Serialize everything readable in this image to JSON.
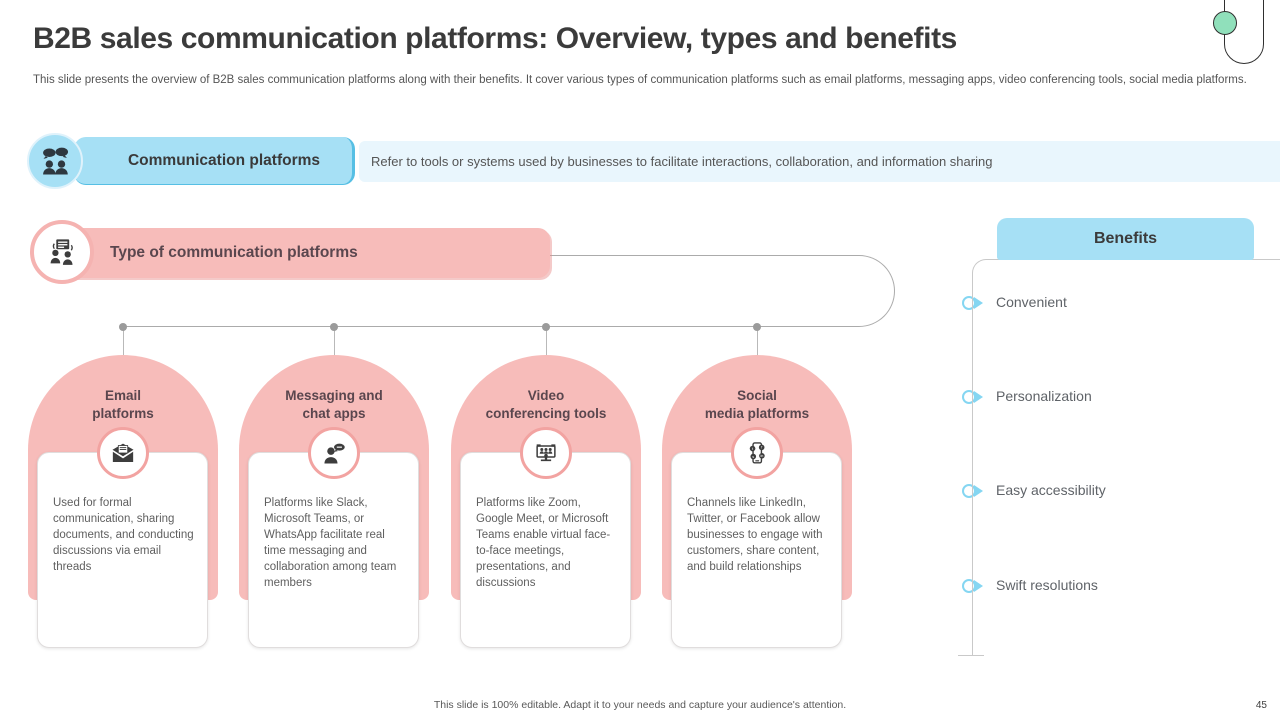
{
  "slide": {
    "title": "B2B sales communication platforms: Overview, types and benefits",
    "subtitle": "This slide presents the overview of B2B sales communication platforms along with their benefits. It cover various types of communication platforms such as email platforms, messaging apps, video conferencing tools, social media platforms.",
    "footer": "This slide is 100% editable. Adapt it to your needs and capture your audience's attention.",
    "page_number": "45"
  },
  "definition": {
    "label": "Communication platforms",
    "icon": "chat-people-icon",
    "text": "Refer to tools or systems used by businesses to facilitate interactions, collaboration, and information sharing"
  },
  "types_section": {
    "heading": "Type of communication platforms",
    "icon": "people-presentation-icon",
    "cards": [
      {
        "title": "Email\nplatforms",
        "icon": "email-icon",
        "description": "Used for formal communication, sharing documents, and conducting discussions via email threads"
      },
      {
        "title": "Messaging and\nchat apps",
        "icon": "person-chat-icon",
        "description": "Platforms like Slack, Microsoft Teams, or WhatsApp facilitate real time messaging and collaboration among team members"
      },
      {
        "title": "Video\nconferencing tools",
        "icon": "video-conference-icon",
        "description": "Platforms like Zoom, Google Meet, or Microsoft Teams enable virtual face-to-face meetings, presentations, and discussions"
      },
      {
        "title": "Social\nmedia platforms",
        "icon": "social-media-phone-icon",
        "description": "Channels like LinkedIn, Twitter, or Facebook allow businesses to engage with customers, share content, and build relationships"
      }
    ]
  },
  "benefits": {
    "heading": "Benefits",
    "items": [
      "Convenient",
      "Personalization",
      "Easy accessibility",
      "Swift resolutions"
    ]
  },
  "colors": {
    "pink": "#f7bcba",
    "pink_border": "#f2a3a1",
    "blue": "#a6e0f5",
    "blue_dark": "#56bfe4",
    "blue_light": "#e9f6fd",
    "marker_blue": "#85d6f2",
    "green": "#90e0bb",
    "title_dark": "#3b3b3b",
    "card_title": "#5a464e",
    "body_gray": "#5f5f5f",
    "line_gray": "#ababab"
  }
}
